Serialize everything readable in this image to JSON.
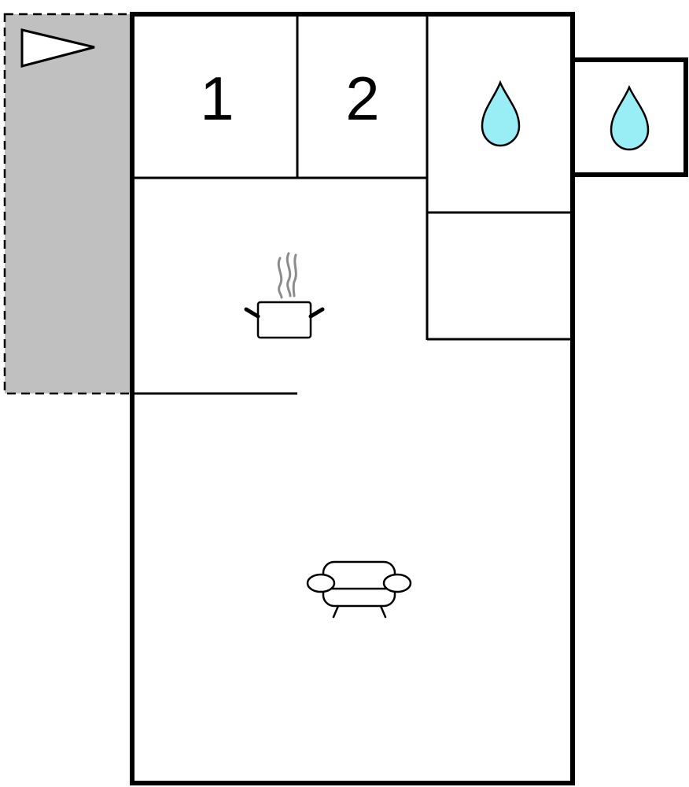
{
  "rooms": {
    "bedroom_1": {
      "label": "1",
      "icon": "none"
    },
    "bedroom_2": {
      "label": "2",
      "icon": "none"
    },
    "bathroom_main": {
      "icon": "water-drop-icon"
    },
    "bathroom_annex": {
      "icon": "water-drop-icon"
    },
    "kitchen": {
      "icon": "cooking-pot-icon"
    },
    "living_room": {
      "icon": "armchair-icon"
    },
    "storage": {
      "icon": "none"
    }
  },
  "terrace": {
    "icon": "entrance-arrow-icon"
  },
  "colors": {
    "wall": "#000000",
    "terrace_fill": "#c0c0c0",
    "water": "#99eef5",
    "steam": "#8c8c8c",
    "background": "#ffffff"
  }
}
